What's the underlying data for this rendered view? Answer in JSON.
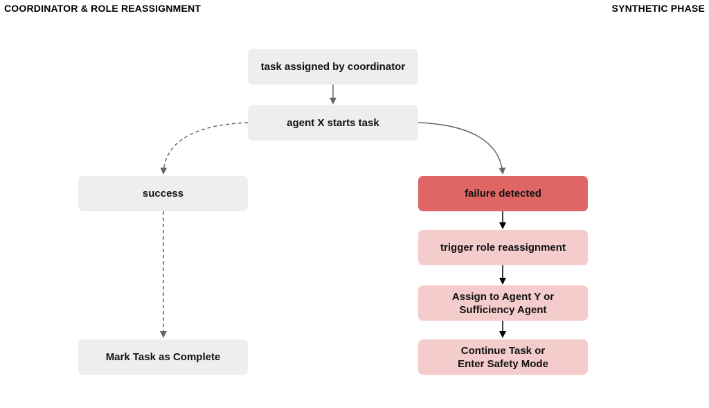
{
  "header": {
    "left_title": "COORDINATOR & ROLE REASSIGNMENT",
    "right_title": "SYNTHETIC PHASE"
  },
  "nodes": {
    "task_assigned": {
      "label": "task assigned by coordinator"
    },
    "agent_starts": {
      "label": "agent X starts task"
    },
    "success": {
      "label": "success"
    },
    "failure": {
      "label": "failure detected"
    },
    "trigger": {
      "label": "trigger role reassignment"
    },
    "assign": {
      "line1": "Assign to Agent Y or",
      "line2": "Sufficiency Agent"
    },
    "complete": {
      "label": "Mark Task as Complete"
    },
    "continue": {
      "line1": "Continue Task or",
      "line2": "Enter Safety Mode"
    }
  },
  "colors": {
    "node_gray": "#eeeeee",
    "node_failure": "#e06666",
    "node_failure_path": "#f4cccc",
    "edge_gray": "#666666",
    "edge_black": "#000000"
  }
}
